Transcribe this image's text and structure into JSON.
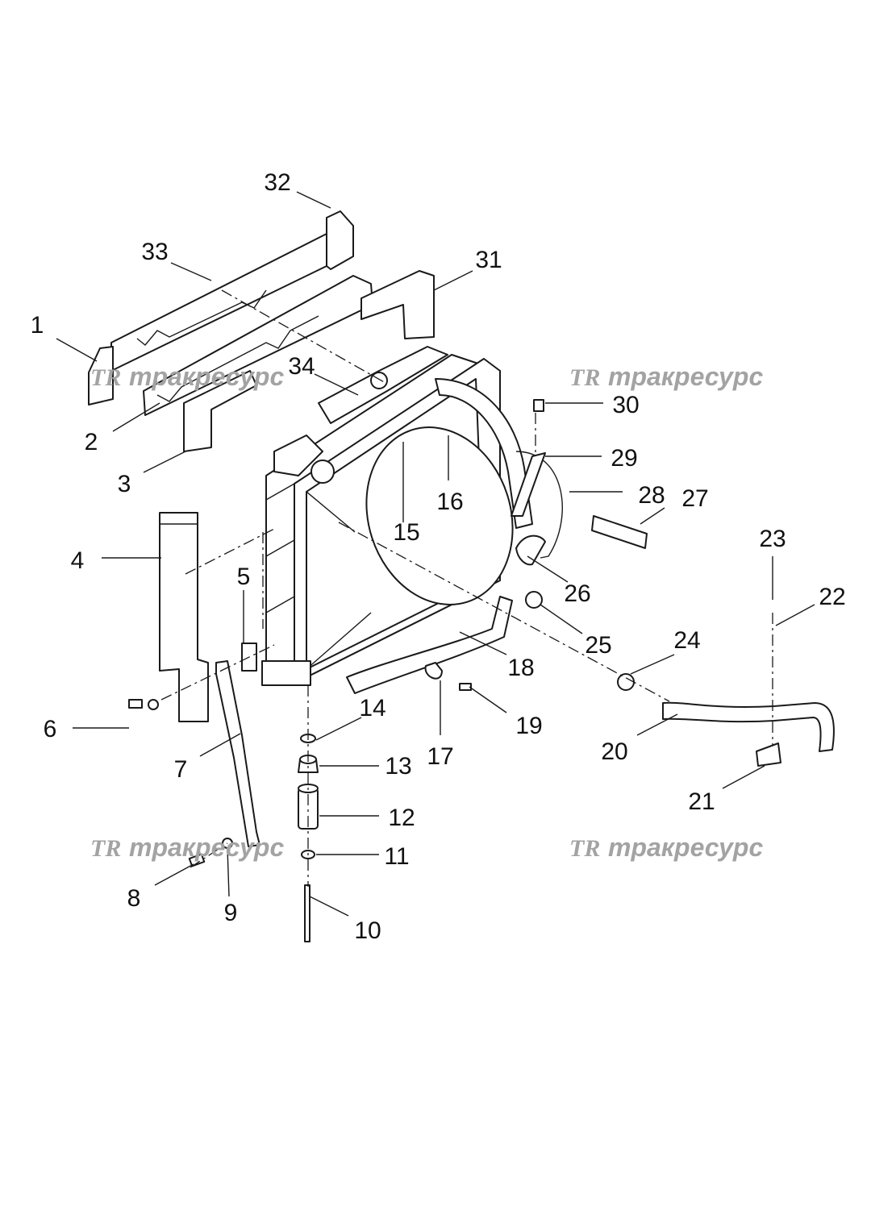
{
  "watermark": {
    "logo": "TR",
    "text": "тракресурс",
    "color": "#a3a3a3"
  },
  "callouts": [
    "1",
    "2",
    "3",
    "4",
    "5",
    "6",
    "7",
    "8",
    "9",
    "10",
    "11",
    "12",
    "13",
    "14",
    "15",
    "16",
    "17",
    "18",
    "19",
    "20",
    "21",
    "22",
    "23",
    "24",
    "25",
    "26",
    "27",
    "28",
    "29",
    "30",
    "31",
    "32",
    "33",
    "34"
  ]
}
